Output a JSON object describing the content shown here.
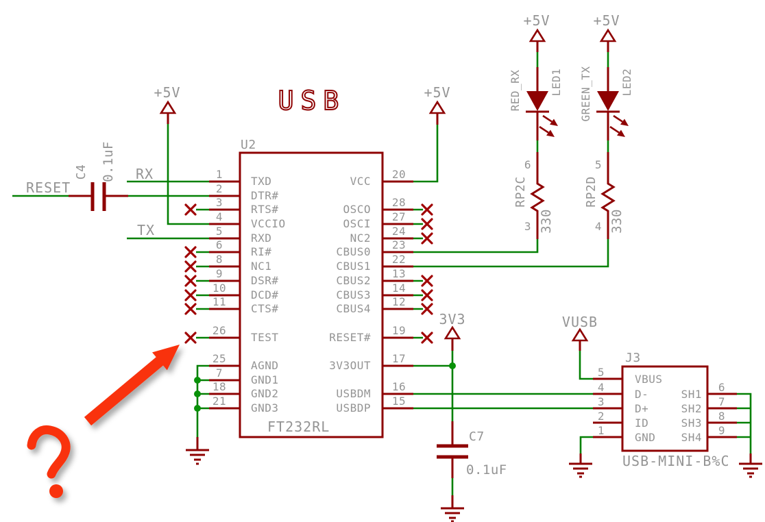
{
  "title": "USB",
  "labels": {
    "supply_5v": "+5V",
    "supply_3v3": "3V3",
    "supply_vusb": "VUSB",
    "net_reset": "RESET",
    "net_rx": "RX",
    "net_tx": "TX"
  },
  "annotation": {
    "question_mark": "?"
  },
  "components": {
    "u2": {
      "ref": "U2",
      "part": "FT232RL",
      "left_pins": [
        {
          "num": "1",
          "name": "TXD"
        },
        {
          "num": "2",
          "name": "DTR#"
        },
        {
          "num": "3",
          "name": "RTS#"
        },
        {
          "num": "4",
          "name": "VCCIO"
        },
        {
          "num": "5",
          "name": "RXD"
        },
        {
          "num": "6",
          "name": "RI#"
        },
        {
          "num": "8",
          "name": "NC1"
        },
        {
          "num": "9",
          "name": "DSR#"
        },
        {
          "num": "10",
          "name": "DCD#"
        },
        {
          "num": "11",
          "name": "CTS#"
        },
        {
          "num": "26",
          "name": "TEST"
        },
        {
          "num": "25",
          "name": "AGND"
        },
        {
          "num": "7",
          "name": "GND1"
        },
        {
          "num": "18",
          "name": "GND2"
        },
        {
          "num": "21",
          "name": "GND3"
        }
      ],
      "right_pins": [
        {
          "num": "20",
          "name": "VCC"
        },
        {
          "num": "28",
          "name": "OSCO"
        },
        {
          "num": "27",
          "name": "OSCI"
        },
        {
          "num": "24",
          "name": "NC2"
        },
        {
          "num": "23",
          "name": "CBUS0"
        },
        {
          "num": "22",
          "name": "CBUS1"
        },
        {
          "num": "13",
          "name": "CBUS2"
        },
        {
          "num": "14",
          "name": "CBUS3"
        },
        {
          "num": "12",
          "name": "CBUS4"
        },
        {
          "num": "19",
          "name": "RESET#"
        },
        {
          "num": "17",
          "name": "3V3OUT"
        },
        {
          "num": "16",
          "name": "USBDM"
        },
        {
          "num": "15",
          "name": "USBDP"
        }
      ]
    },
    "c4": {
      "ref": "C4",
      "value": "0.1uF"
    },
    "c7": {
      "ref": "C7",
      "value": "0.1uF"
    },
    "led1": {
      "ref": "LED1",
      "net": "RED_RX"
    },
    "led2": {
      "ref": "LED2",
      "net": "GREEN_TX"
    },
    "rp2c": {
      "ref": "RP2C",
      "value": "330",
      "pin_top": "6",
      "pin_bottom": "3"
    },
    "rp2d": {
      "ref": "RP2D",
      "value": "330",
      "pin_top": "5",
      "pin_bottom": "4"
    },
    "j3": {
      "ref": "J3",
      "part": "USB-MINI-B%C",
      "left_pins": [
        {
          "num": "5",
          "name": "VBUS"
        },
        {
          "num": "4",
          "name": "D-"
        },
        {
          "num": "3",
          "name": "D+"
        },
        {
          "num": "2",
          "name": "ID"
        },
        {
          "num": "1",
          "name": "GND"
        }
      ],
      "right_pins": [
        {
          "num": "6",
          "name": "SH1"
        },
        {
          "num": "7",
          "name": "SH2"
        },
        {
          "num": "8",
          "name": "SH3"
        },
        {
          "num": "9",
          "name": "SH4"
        }
      ]
    }
  }
}
